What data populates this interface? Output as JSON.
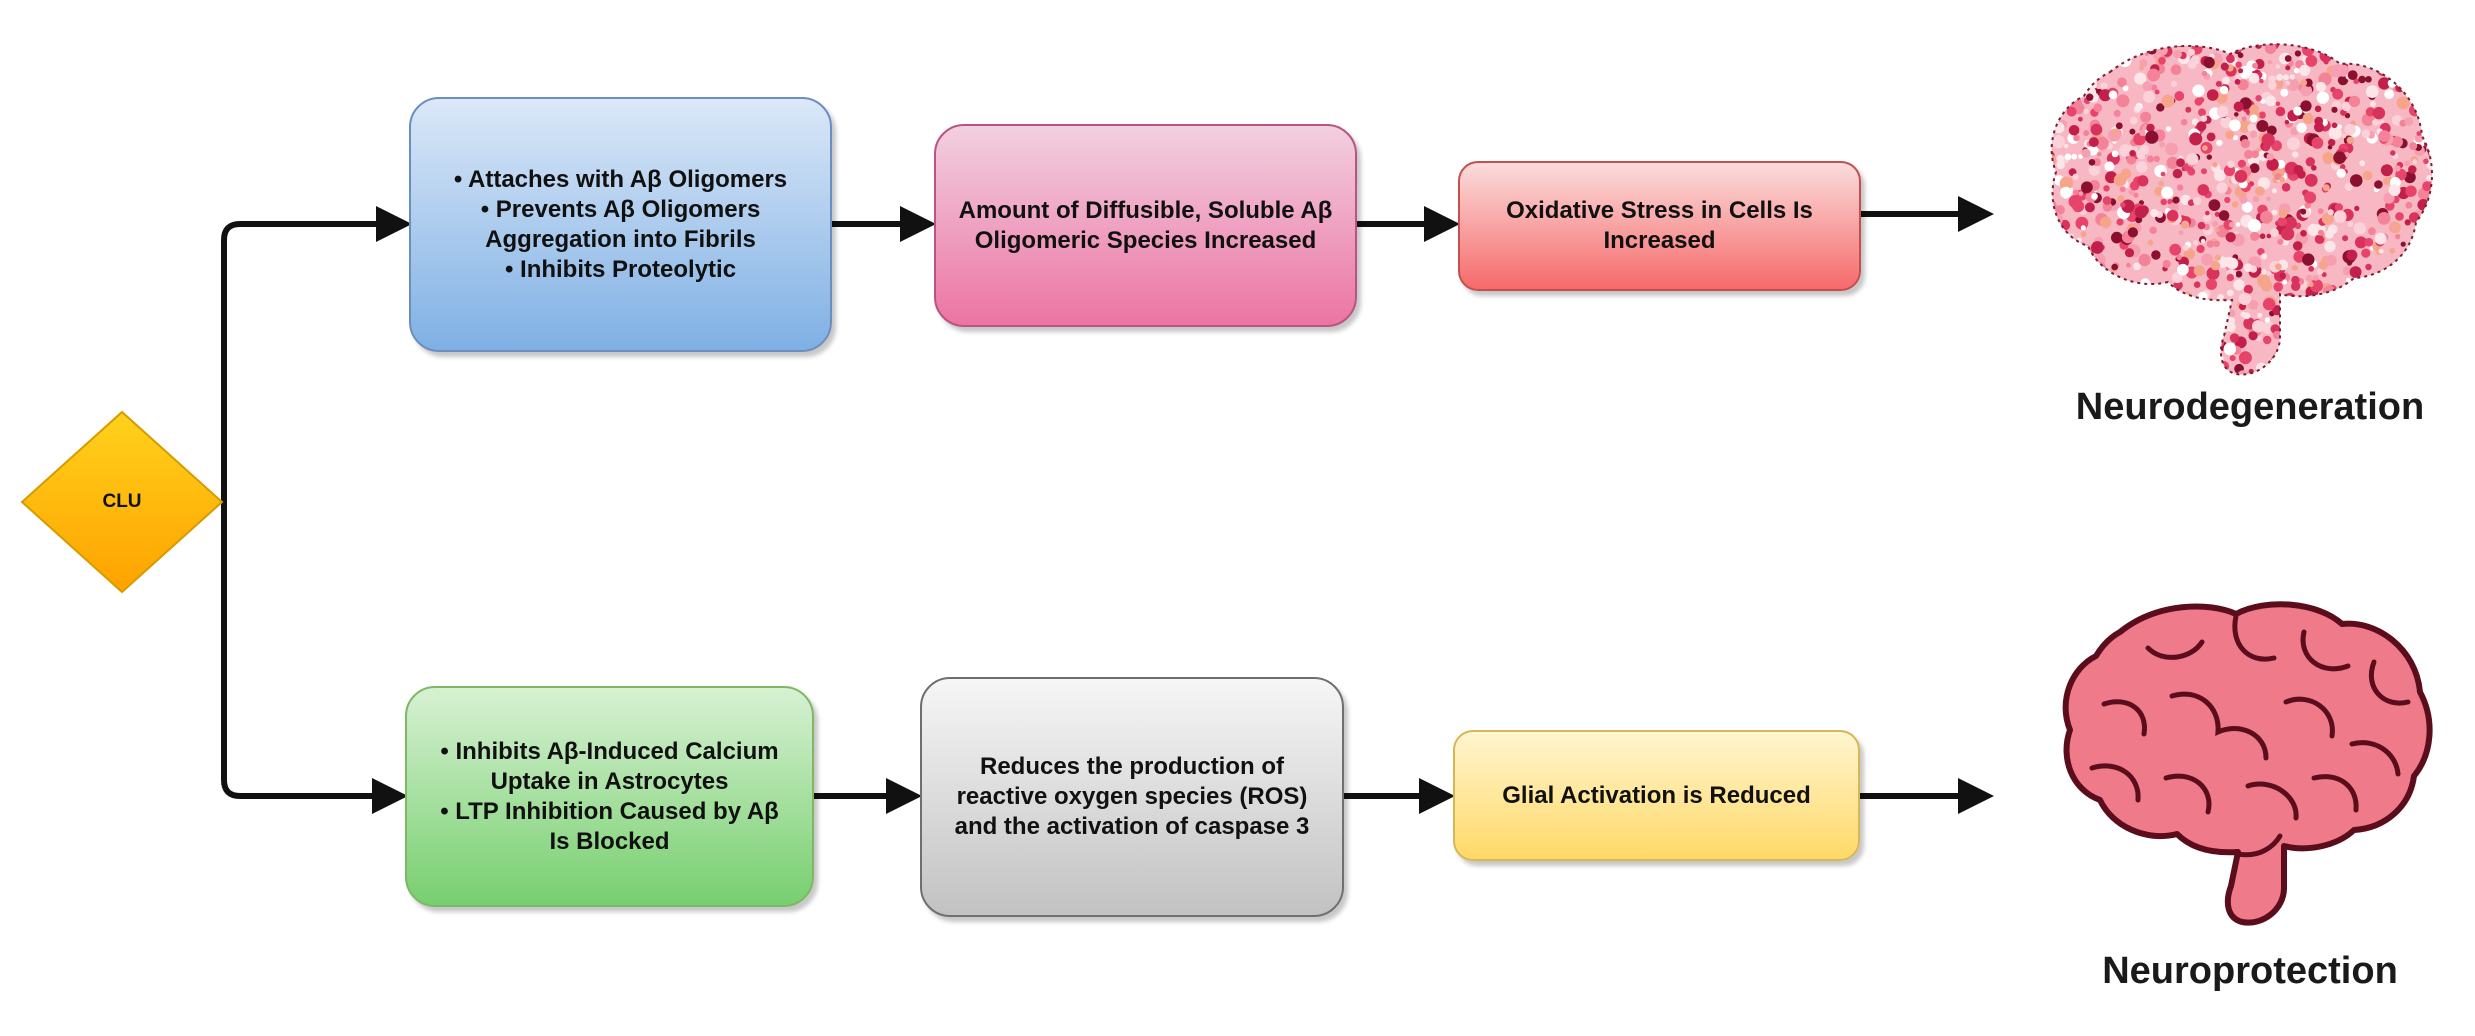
{
  "diagram": {
    "root": {
      "label": "CLU"
    },
    "top_pathway": {
      "step1": {
        "lines": [
          "• Attaches with Aβ Oligomers",
          "• Prevents Aβ Oligomers",
          "Aggregation into Fibrils",
          "• Inhibits Proteolytic"
        ]
      },
      "step2": {
        "lines": [
          "Amount of Diffusible, Soluble Aβ",
          "Oligomeric Species Increased"
        ]
      },
      "step3": {
        "lines": [
          "Oxidative Stress in Cells Is",
          "Increased"
        ]
      },
      "outcome": {
        "label": "Neurodegeneration",
        "icon": "speckled-brain-icon"
      }
    },
    "bottom_pathway": {
      "step1": {
        "lines": [
          "• Inhibits Aβ-Induced Calcium",
          "Uptake in Astrocytes",
          "• LTP Inhibition Caused by Aβ",
          "Is Blocked"
        ]
      },
      "step2": {
        "lines": [
          "Reduces the production of",
          "reactive oxygen species (ROS)",
          "and the activation of caspase 3"
        ]
      },
      "step3": {
        "lines": [
          "Glial Activation is Reduced"
        ]
      },
      "outcome": {
        "label": "Neuroprotection",
        "icon": "healthy-brain-icon"
      }
    }
  },
  "colors": {
    "clu": "#ffc20e",
    "blue_box": "#7fb0e4",
    "pink_box": "#ec74a3",
    "red_box": "#f66a6a",
    "green_box": "#77cf6f",
    "gray_box": "#c2c2c2",
    "yellow_box": "#ffd968",
    "healthy_brain": "#ee7a8a",
    "arrow": "#111111"
  }
}
